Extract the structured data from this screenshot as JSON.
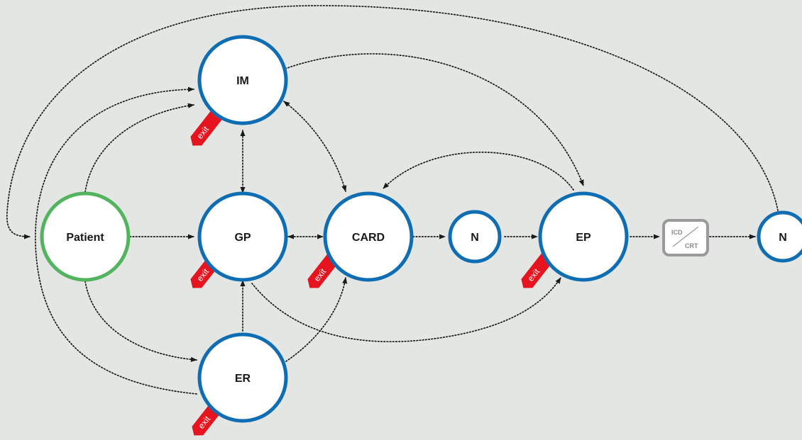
{
  "colors": {
    "background": "#e3e6e3",
    "provider_ring": "#0e6db3",
    "patient_ring": "#52b45e",
    "exit_tag": "#e5141f",
    "device_ring": "#9a9a9a",
    "arrow": "#1a1a1a"
  },
  "nodes": {
    "patient": {
      "label": "Patient"
    },
    "im": {
      "label": "IM",
      "exit": "exit"
    },
    "gp": {
      "label": "GP",
      "exit": "exit"
    },
    "card": {
      "label": "CARD",
      "exit": "exit"
    },
    "n1": {
      "label": "N"
    },
    "ep": {
      "label": "EP",
      "exit": "exit"
    },
    "er": {
      "label": "ER",
      "exit": "exit"
    },
    "device": {
      "top": "ICD",
      "bottom": "CRT"
    },
    "n2": {
      "label": "N"
    }
  },
  "edges": [
    {
      "from": "Patient",
      "to": "GP"
    },
    {
      "from": "Patient",
      "to": "IM"
    },
    {
      "from": "Patient",
      "to": "ER"
    },
    {
      "from": "GP",
      "to": "IM",
      "bidirectional": true
    },
    {
      "from": "GP",
      "to": "CARD",
      "bidirectional": true
    },
    {
      "from": "GP",
      "to": "EP"
    },
    {
      "from": "IM",
      "to": "CARD",
      "bidirectional": true
    },
    {
      "from": "IM",
      "to": "EP"
    },
    {
      "from": "CARD",
      "to": "N"
    },
    {
      "from": "N",
      "to": "EP"
    },
    {
      "from": "EP",
      "to": "CARD"
    },
    {
      "from": "EP",
      "to": "ICD/CRT"
    },
    {
      "from": "ICD/CRT",
      "to": "N"
    },
    {
      "from": "N",
      "to": "Patient"
    },
    {
      "from": "ER",
      "to": "GP"
    },
    {
      "from": "ER",
      "to": "CARD"
    },
    {
      "from": "ER",
      "to": "IM"
    }
  ]
}
